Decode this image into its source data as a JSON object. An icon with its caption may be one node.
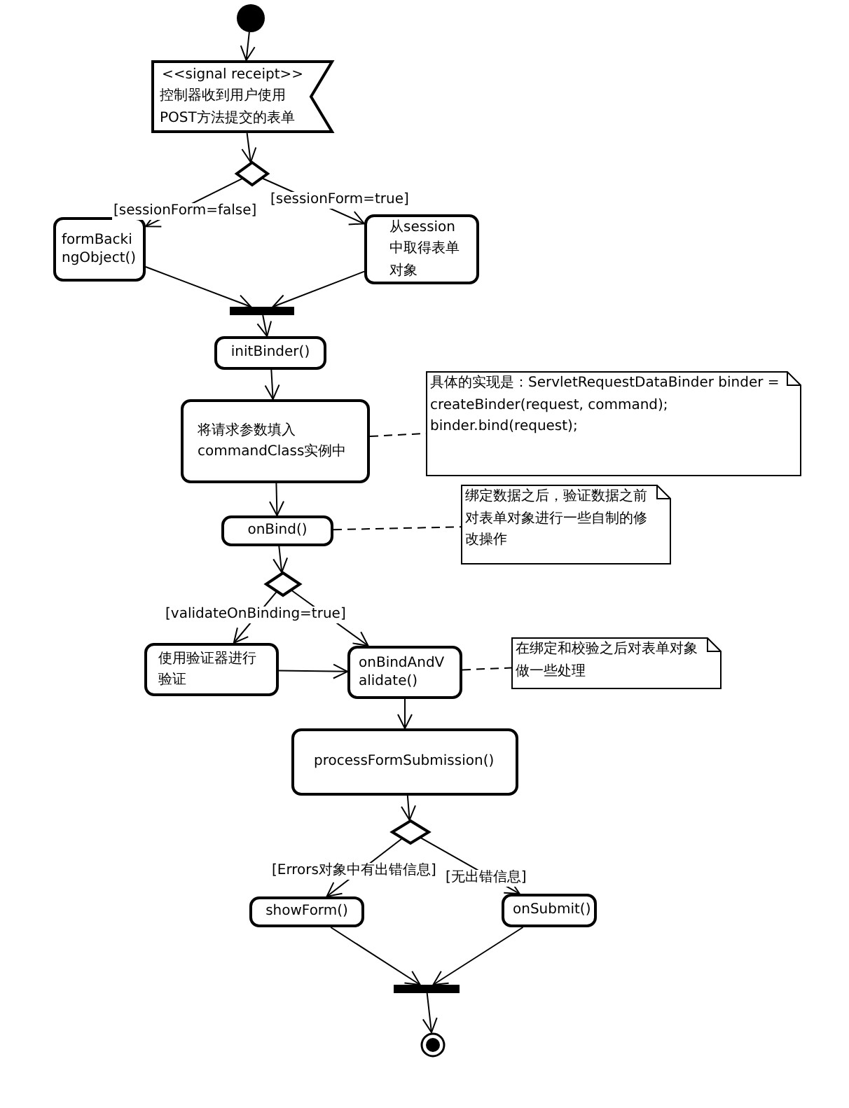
{
  "diagram": {
    "nodes": [
      {
        "text": [],
        "shape": "circle"
      },
      {
        "text": [
          "<<signal receipt>>",
          "控制器收到用户使用POST方法提交的表单"
        ]
      },
      {
        "text": [],
        "shape": "diamond"
      },
      {
        "text": [
          "formBackingObject()"
        ]
      },
      {
        "text": [
          "从session中取得表单对象"
        ]
      },
      {
        "text": [],
        "shape": "bar"
      },
      {
        "text": [
          "initBinder()"
        ]
      },
      {
        "text": [
          "将请求参数填入commandClass实例中"
        ]
      },
      {
        "text": [
          "具体的实现是：ServletRequestDataBinder binder = createBinder(request, command); binder.bind(request);"
        ]
      },
      {
        "text": [
          "onBind()"
        ]
      },
      {
        "text": [
          "绑定数据之后，验证数据之前对表单对象进行一些自制的修改操作"
        ]
      },
      {
        "text": [],
        "shape": "diamond"
      },
      {
        "text": [
          "使用验证器进行验证"
        ]
      },
      {
        "text": [
          "onBindAndValidate()"
        ]
      },
      {
        "text": [
          "在绑定和校验之后对表单对象做一些处理"
        ]
      },
      {
        "text": [
          "processFormSubmission()"
        ]
      },
      {
        "text": [],
        "shape": "diamond"
      },
      {
        "text": [
          "showForm()"
        ]
      },
      {
        "text": [
          "onSubmit()"
        ]
      },
      {
        "text": [],
        "shape": "bar"
      },
      {
        "text": [],
        "shape": "circle"
      }
    ],
    "edges": [
      {
        "from": 0,
        "to": 1,
        "arrow": "to"
      },
      {
        "from": 1,
        "to": 2,
        "arrow": "to"
      },
      {
        "from": 2,
        "to": 3,
        "arrow": "to",
        "label": "[sessionForm=false]"
      },
      {
        "from": 2,
        "to": 4,
        "arrow": "to",
        "label": "[sessionForm=true]"
      },
      {
        "from": 3,
        "to": 5,
        "arrow": "to"
      },
      {
        "from": 4,
        "to": 5,
        "arrow": "to"
      },
      {
        "from": 5,
        "to": 6,
        "arrow": "to"
      },
      {
        "from": 6,
        "to": 7,
        "arrow": "to"
      },
      {
        "from": 7,
        "to": 8,
        "arrow": "none",
        "style": "dashed"
      },
      {
        "from": 7,
        "to": 9,
        "arrow": "to"
      },
      {
        "from": 9,
        "to": 10,
        "arrow": "none",
        "style": "dashed"
      },
      {
        "from": 9,
        "to": 11,
        "arrow": "to"
      },
      {
        "from": 11,
        "to": 12,
        "arrow": "to",
        "label": "[validateOnBinding=true]"
      },
      {
        "from": 11,
        "to": 13,
        "arrow": "to"
      },
      {
        "from": 12,
        "to": 13,
        "arrow": "to"
      },
      {
        "from": 13,
        "to": 14,
        "arrow": "none",
        "style": "dashed"
      },
      {
        "from": 13,
        "to": 15,
        "arrow": "to"
      },
      {
        "from": 15,
        "to": 16,
        "arrow": "to"
      },
      {
        "from": 16,
        "to": 17,
        "arrow": "to",
        "label": "[Errors对象中有出错信息]"
      },
      {
        "from": 16,
        "to": 18,
        "arrow": "to",
        "label": "[无出错信息]"
      },
      {
        "from": 17,
        "to": 19,
        "arrow": "to"
      },
      {
        "from": 18,
        "to": 19,
        "arrow": "to"
      },
      {
        "from": 19,
        "to": 20,
        "arrow": "to"
      }
    ]
  }
}
